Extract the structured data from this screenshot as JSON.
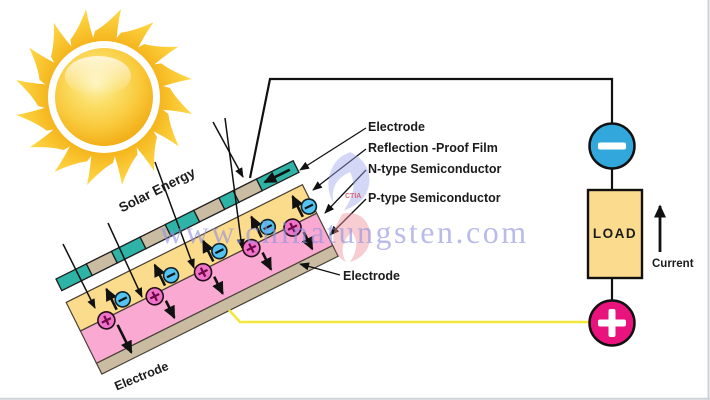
{
  "watermark": {
    "url_text": "www.chinatungsten.com",
    "logo_text": "CTIA"
  },
  "labels": {
    "solar_energy": "Solar Energy",
    "electrode_top": "Electrode",
    "reflection_film": "Reflection -Proof Film",
    "n_type": "N-type Semiconductor",
    "p_type": "P-type Semiconductor",
    "electrode_right": "Electrode",
    "electrode_bottom": "Electrode",
    "load": "LOAD",
    "current": "Current"
  },
  "terminals": {
    "negative_symbol": "−",
    "positive_symbol": "+"
  },
  "colors": {
    "top_electrode_teal": "#2FB3A6",
    "reflection_film_tan": "#C9BCA2",
    "n_layer_yellow": "#FBDB8C",
    "p_layer_pink": "#F9A9D2",
    "bottom_electrode_tan": "#C9BCA2",
    "electron_blue": "#53C3F1",
    "hole_magenta": "#F173C9",
    "load_fill": "#FBDC8E",
    "negative_terminal_blue": "#31A7DC",
    "positive_terminal_pink": "#E8137C",
    "wire_yellow": "#F2E73B",
    "sun_yellow": "#FACE3E",
    "watermark_purple": "#8F92DD"
  },
  "diagram": {
    "type": "solar-cell-cross-section",
    "layers_top_to_bottom": [
      {
        "name": "electrode-grid",
        "label": "Electrode"
      },
      {
        "name": "reflection-proof-film",
        "label": "Reflection -Proof Film"
      },
      {
        "name": "n-type-semiconductor",
        "label": "N-type Semiconductor"
      },
      {
        "name": "p-type-semiconductor",
        "label": "P-type Semiconductor"
      },
      {
        "name": "bottom-electrode",
        "label": "Electrode"
      }
    ],
    "sun_rays": 5,
    "electrons": 5,
    "holes": 5,
    "current_direction": "up",
    "circuit": [
      "negative-terminal",
      "load",
      "positive-terminal"
    ]
  }
}
